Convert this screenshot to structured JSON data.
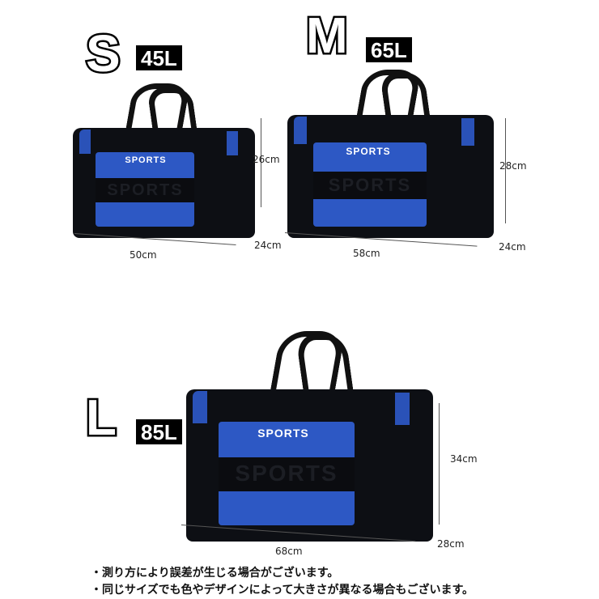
{
  "sizes": {
    "small": {
      "letter": "S",
      "capacity": "45L",
      "width": "50cm",
      "height": "26cm",
      "depth": "24cm",
      "logo": "SPORTS",
      "emboss": "SPORTS"
    },
    "medium": {
      "letter": "M",
      "capacity": "65L",
      "width": "58cm",
      "height": "28cm",
      "depth": "24cm",
      "logo": "SPORTS",
      "emboss": "SPORTS"
    },
    "large": {
      "letter": "L",
      "capacity": "85L",
      "width": "68cm",
      "height": "34cm",
      "depth": "28cm",
      "logo": "SPORTS",
      "emboss": "SPORTS"
    }
  },
  "notes": [
    "・測り方により誤差が生じる場合がございます。",
    "・同じサイズでも色やデザインによって大きさが異なる場合もございます。"
  ],
  "colors": {
    "bag_black": "#0d0f14",
    "bag_blue": "#2d58c4"
  }
}
